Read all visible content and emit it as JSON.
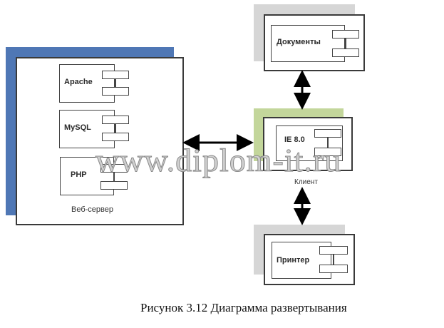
{
  "diagram": {
    "type": "deployment",
    "nodes": {
      "web_server": {
        "label": "Веб-сервер",
        "components": [
          "Apache",
          "MySQL",
          "PHP"
        ],
        "shadow_color": "#4f77b5"
      },
      "documents": {
        "component": "Документы",
        "shadow_color": "#d6d6d6"
      },
      "client": {
        "label": "Клиент",
        "component": "IE 8.0",
        "shadow_color": "#c3d69b"
      },
      "printer": {
        "component": "Принтер",
        "shadow_color": "#d6d6d6"
      }
    },
    "connections": [
      {
        "from": "web_server",
        "to": "client",
        "style": "bidirectional"
      },
      {
        "from": "documents",
        "to": "client",
        "style": "bidirectional"
      },
      {
        "from": "client",
        "to": "printer",
        "style": "bidirectional"
      }
    ]
  },
  "watermark": "www.diplom-it.ru",
  "caption": "Рисунок 3.12 Диаграмма развертывания"
}
